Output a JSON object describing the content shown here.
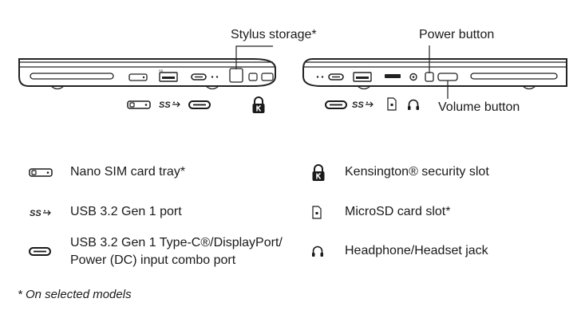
{
  "callouts": {
    "stylus_storage": "Stylus storage*",
    "power_button": "Power button",
    "volume_button": "Volume button"
  },
  "left_side_icons": [
    "sim-tray-icon",
    "usb-ss-icon",
    "usb-c-icon",
    "kensington-lock-icon"
  ],
  "right_side_icons": [
    "usb-c-icon",
    "usb-ss-icon",
    "microsd-icon",
    "headphone-icon"
  ],
  "legend": {
    "left": [
      {
        "icon": "sim-tray-icon",
        "label": "Nano SIM card tray*"
      },
      {
        "icon": "usb-ss-icon",
        "label": "USB 3.2 Gen 1 port"
      },
      {
        "icon": "usb-c-icon",
        "label_line1": "USB 3.2 Gen 1 Type-C®/DisplayPort/",
        "label_line2": "Power (DC) input combo port"
      }
    ],
    "right": [
      {
        "icon": "kensington-lock-icon",
        "label": "Kensington® security slot"
      },
      {
        "icon": "microsd-icon",
        "label": "MicroSD card slot*"
      },
      {
        "icon": "headphone-icon",
        "label": "Headphone/Headset jack"
      }
    ]
  },
  "footnote": "* On selected models",
  "colors": {
    "ink": "#1a1a1a",
    "line": "#222222"
  }
}
